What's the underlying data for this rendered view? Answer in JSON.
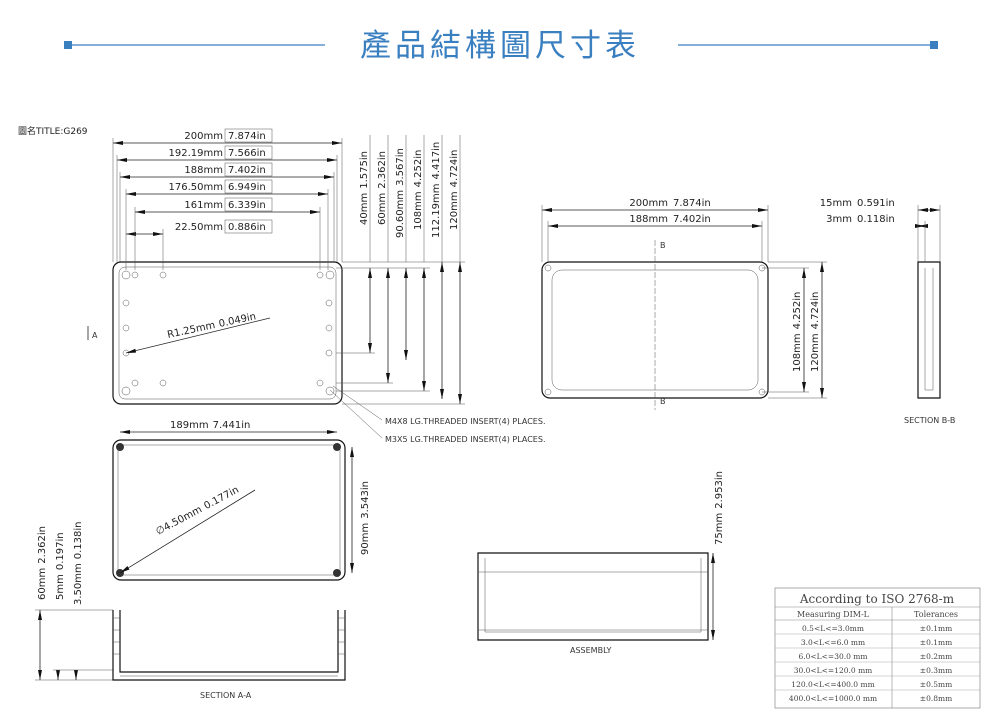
{
  "header": {
    "title": "產品結構圖尺寸表",
    "accent_color": "#3a7fc0"
  },
  "drawing_title": "圖名TITLE:G269",
  "top_view": {
    "width_dims": [
      {
        "mm": "200mm",
        "in": "7.874in"
      },
      {
        "mm": "192.19mm",
        "in": "7.566in"
      },
      {
        "mm": "188mm",
        "in": "7.402in"
      },
      {
        "mm": "176.50mm",
        "in": "6.949in"
      },
      {
        "mm": "161mm",
        "in": "6.339in"
      },
      {
        "mm": "22.50mm",
        "in": "0.886in"
      }
    ],
    "height_dims": [
      {
        "mm": "40mm",
        "in": "1.575in"
      },
      {
        "mm": "60mm",
        "in": "2.362in"
      },
      {
        "mm": "90.60mm",
        "in": "3.567in"
      },
      {
        "mm": "108mm",
        "in": "4.252in"
      },
      {
        "mm": "112.19mm",
        "in": "4.417in"
      },
      {
        "mm": "120mm",
        "in": "4.724in"
      }
    ],
    "radius": {
      "mm": "R1.25mm",
      "in": "0.049in"
    },
    "section_marker": "A",
    "callouts": [
      "M4X8 LG.THREADED INSERT(4) PLACES.",
      "M3X5 LG.THREADED INSERT(4) PLACES."
    ]
  },
  "bottom_view": {
    "width": {
      "mm": "189mm",
      "in": "7.441in"
    },
    "hole": {
      "mm": "∅4.50mm",
      "in": "0.177in"
    },
    "height": {
      "mm": "90mm",
      "in": "3.543in"
    },
    "side_dims": [
      {
        "mm": "60mm",
        "in": "2.362in"
      },
      {
        "mm": "5mm",
        "in": "0.197in"
      },
      {
        "mm": "3.50mm",
        "in": "0.138in"
      }
    ],
    "section_label": "SECTION A-A"
  },
  "right_view": {
    "width_dims": [
      {
        "mm": "200mm",
        "in": "7.874in"
      },
      {
        "mm": "188mm",
        "in": "7.402in"
      }
    ],
    "height_dims": [
      {
        "mm": "108mm",
        "in": "4.252in"
      },
      {
        "mm": "120mm",
        "in": "4.724in"
      }
    ],
    "section_dims": [
      {
        "mm": "15mm",
        "in": "0.591in"
      },
      {
        "mm": "3mm",
        "in": "0.118in"
      }
    ],
    "section_marker": "B",
    "section_label": "SECTION B-B"
  },
  "assembly": {
    "label": "ASSEMBLY",
    "height": {
      "mm": "75mm",
      "in": "2.953in"
    }
  },
  "tolerance_table": {
    "title": "According to ISO 2768-m",
    "headers": [
      "Measuring DIM-L",
      "Tolerances"
    ],
    "rows": [
      [
        "0.5<L<=3.0mm",
        "±0.1mm"
      ],
      [
        "3.0<L<=6.0 mm",
        "±0.1mm"
      ],
      [
        "6.0<L<=30.0 mm",
        "±0.2mm"
      ],
      [
        "30.0<L<=120.0 mm",
        "±0.3mm"
      ],
      [
        "120.0<L<=400.0 mm",
        "±0.5mm"
      ],
      [
        "400.0<L<=1000.0 mm",
        "±0.8mm"
      ]
    ]
  }
}
